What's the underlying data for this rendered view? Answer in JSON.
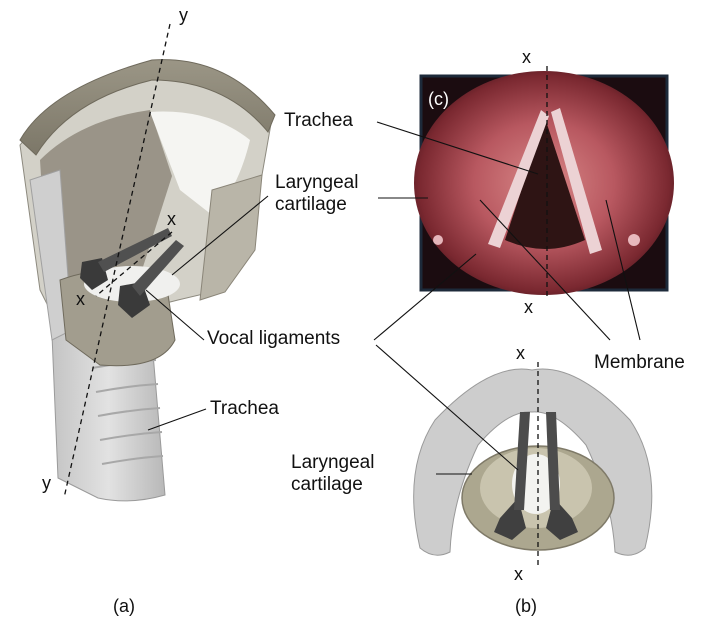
{
  "panels": {
    "a": {
      "caption": "(a)",
      "axis_top": "y",
      "axis_bottom": "y",
      "axis_x_top": "x",
      "axis_x_bottom": "x"
    },
    "b": {
      "caption": "(b)",
      "axis_top": "x",
      "axis_bottom": "x"
    },
    "c": {
      "tag": "(c)",
      "axis_top": "x",
      "axis_bottom": "x"
    }
  },
  "labels": {
    "trachea_c": "Trachea",
    "laryngeal_cartilage_a_line1": "Laryngeal",
    "laryngeal_cartilage_a_line2": "cartilage",
    "vocal_ligaments": "Vocal ligaments",
    "membrane": "Membrane",
    "trachea_a": "Trachea",
    "laryngeal_cartilage_b_line1": "Laryngeal",
    "laryngeal_cartilage_b_line2": "cartilage"
  },
  "colors": {
    "cartilage": "#8f8a7c",
    "cartilage_light": "#bcb8ab",
    "trachea": "#d2d2d2",
    "ligament": "#4a4a4a",
    "endoscope_bg": "#a84a4f",
    "endoscope_border": "#1d2a3a"
  }
}
